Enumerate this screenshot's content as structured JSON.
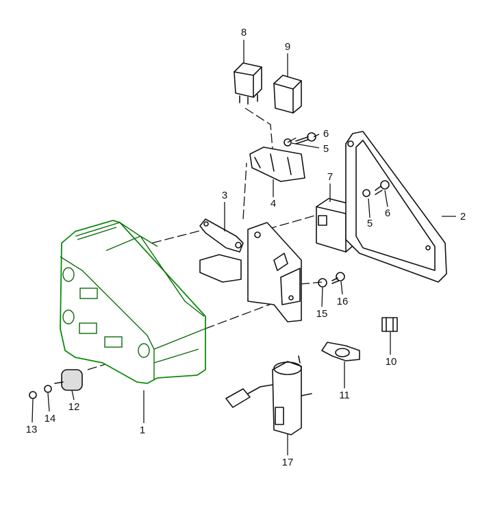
{
  "diagram": {
    "type": "exploded parts diagram",
    "colors": {
      "highlight": "#0a8a0a",
      "line": "#111111"
    },
    "callouts": [
      {
        "id": "c8",
        "label": "8"
      },
      {
        "id": "c9",
        "label": "9"
      },
      {
        "id": "c6a",
        "label": "6"
      },
      {
        "id": "c5a",
        "label": "5"
      },
      {
        "id": "c3",
        "label": "3"
      },
      {
        "id": "c4",
        "label": "4"
      },
      {
        "id": "c7",
        "label": "7"
      },
      {
        "id": "c5b",
        "label": "5"
      },
      {
        "id": "c6b",
        "label": "6"
      },
      {
        "id": "c2",
        "label": "2"
      },
      {
        "id": "c15",
        "label": "15"
      },
      {
        "id": "c16",
        "label": "16"
      },
      {
        "id": "c10",
        "label": "10"
      },
      {
        "id": "c11",
        "label": "11"
      },
      {
        "id": "c12",
        "label": "12"
      },
      {
        "id": "c13",
        "label": "13"
      },
      {
        "id": "c14",
        "label": "14"
      },
      {
        "id": "c1",
        "label": "1"
      },
      {
        "id": "c17",
        "label": "17"
      }
    ]
  }
}
